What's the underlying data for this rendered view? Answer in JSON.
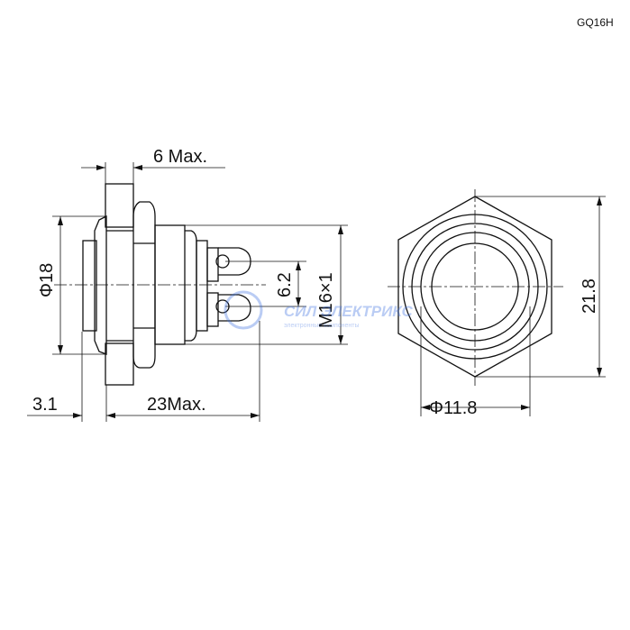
{
  "model": "GQ16H",
  "dimensions": {
    "panel_max": "6 Max.",
    "body_length": "23Max.",
    "front": "3.1",
    "flange_diameter": "Φ18",
    "terminal_pitch": "6.2",
    "thread": "M16×1",
    "hex_size": "21.8",
    "cap_diameter": "Φ11.8"
  },
  "watermark": {
    "brand": "СИЛ ЭЛЕКТРИКС",
    "tagline": "электронные компоненты",
    "color": "#3b6fe0"
  }
}
